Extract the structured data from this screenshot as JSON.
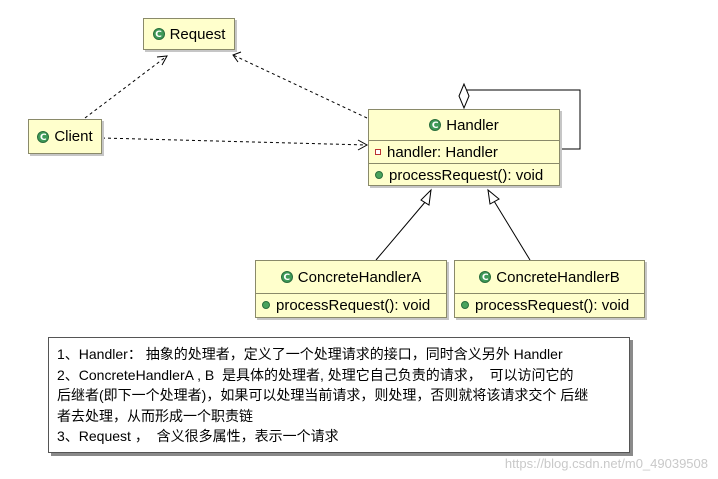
{
  "classes": {
    "request": {
      "name": "Request"
    },
    "client": {
      "name": "Client"
    },
    "handler": {
      "name": "Handler",
      "attribute": "handler: Handler",
      "method": "processRequest(): void"
    },
    "concrete_a": {
      "name": "ConcreteHandlerA",
      "method": "processRequest(): void"
    },
    "concrete_b": {
      "name": "ConcreteHandlerB",
      "method": "processRequest(): void"
    }
  },
  "note": {
    "lines": [
      "1、Handler： 抽象的处理者，定义了一个处理请求的接口，同时含义另外 Handler",
      "2、ConcreteHandlerA , B  是具体的处理者, 处理它自己负责的请求，  可以访问它的",
      "后继者(即下一个处理者)，如果可以处理当前请求，则处理，否则就将该请求交个 后继",
      "者去处理，从而形成一个职责链",
      "3、Request ，  含义很多属性，表示一个请求"
    ]
  },
  "watermark": "https://blog.csdn.net/m0_49039508",
  "colors": {
    "class_fill": "#ffffcc",
    "class_border": "#8a8a6a",
    "icon_green": "#3f9a58"
  }
}
